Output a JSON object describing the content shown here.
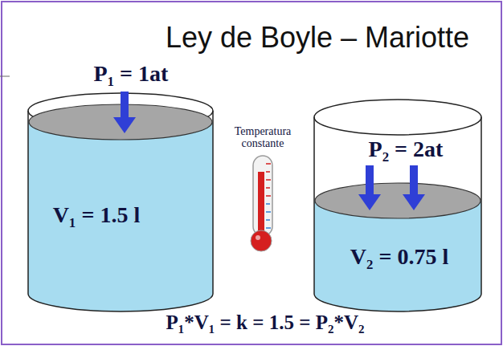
{
  "diagram": {
    "title": "Ley de Boyle – Mariotte",
    "nodes": [
      {
        "text": [
          "V₁ = 1.5 l"
        ]
      },
      {
        "text": [
          "V₂ = 0.75 l"
        ]
      }
    ],
    "labels": [
      "P₁ = 1at",
      "Temperatura constante",
      "P₂ = 2at",
      "P₁*V₁ = k = 1.5 = P₂*V₂"
    ]
  }
}
